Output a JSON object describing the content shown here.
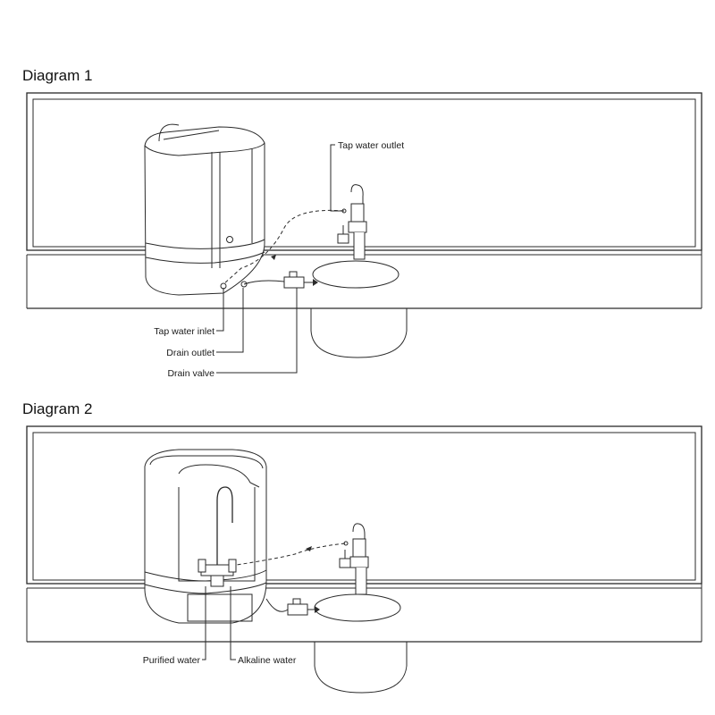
{
  "diagram1": {
    "title": "Diagram 1",
    "labels": {
      "tap_water_outlet": "Tap water outlet",
      "tap_water_inlet": "Tap water inlet",
      "drain_outlet": "Drain outlet",
      "drain_valve": "Drain valve"
    }
  },
  "diagram2": {
    "title": "Diagram 2",
    "labels": {
      "purified_water": "Purified water",
      "alkaline_water": "Alkaline water"
    }
  },
  "colors": {
    "line": "#2a2a2a",
    "background": "#ffffff"
  }
}
